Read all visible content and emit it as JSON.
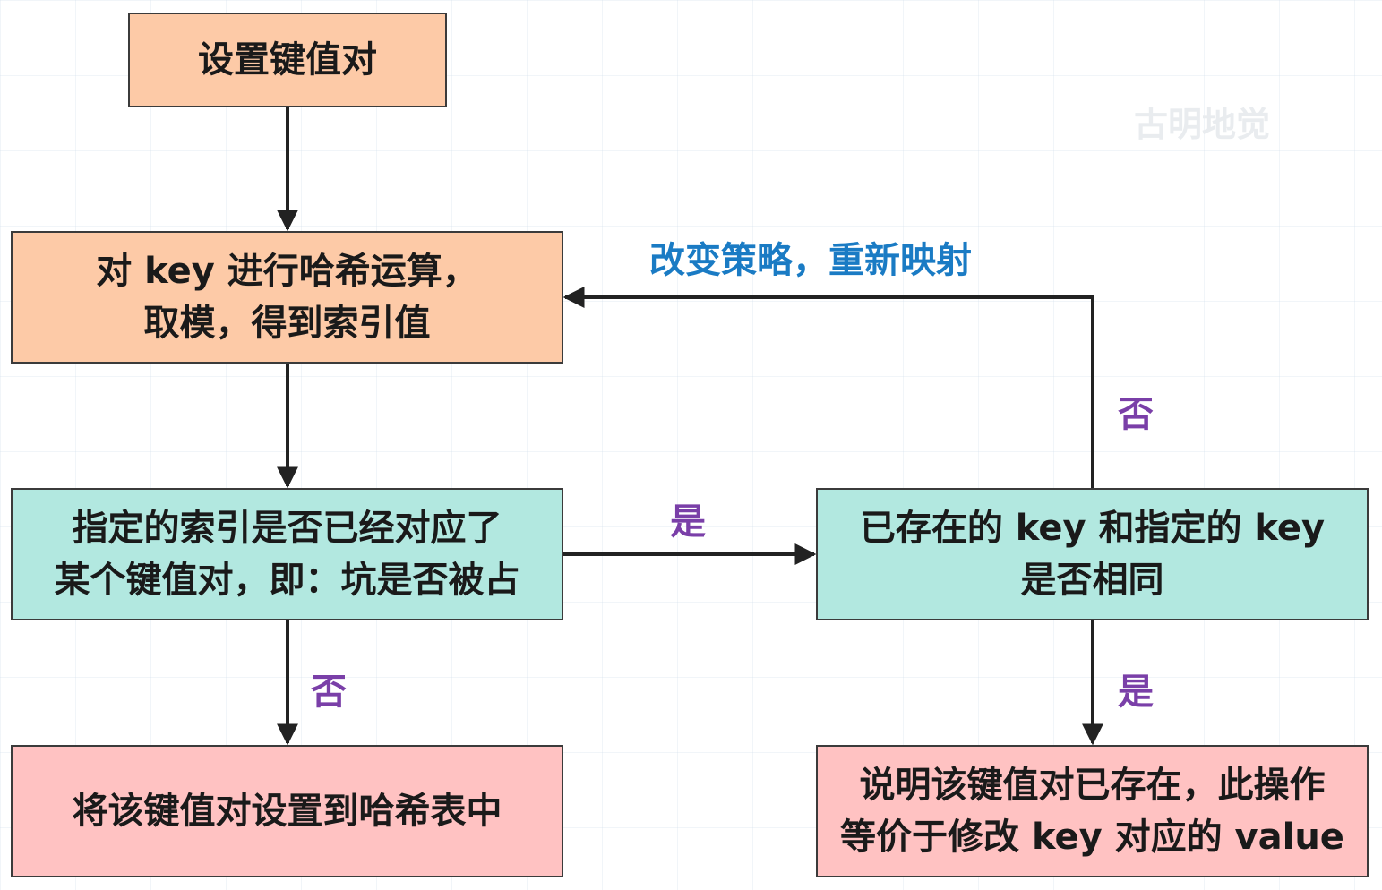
{
  "nodes": {
    "set_pair": {
      "lines": [
        "设置键值对"
      ]
    },
    "hash_key": {
      "lines": [
        "对 key 进行哈希运算，",
        "取模，得到索引值"
      ]
    },
    "check_slot": {
      "lines": [
        "指定的索引是否已经对应了",
        "某个键值对，即：坑是否被占"
      ]
    },
    "same_key": {
      "lines": [
        "已存在的 key 和指定的 key",
        "是否相同"
      ]
    },
    "insert_pair": {
      "lines": [
        "将该键值对设置到哈希表中"
      ]
    },
    "update_value": {
      "lines": [
        "说明该键值对已存在，此操作",
        "等价于修改 key 对应的 value"
      ]
    }
  },
  "edges": {
    "slot_occupied_no": "否",
    "slot_occupied_yes": "是",
    "key_same_yes": "是",
    "key_same_no": "否",
    "rehash": "改变策略，重新映射"
  },
  "watermark": "古明地觉",
  "colors": {
    "peach": "#fdcaa7",
    "teal": "#b2e8e0",
    "pink": "#ffc2c2",
    "edge_label_purple": "#7a3fa8",
    "edge_label_blue": "#1a7bc4",
    "line": "#222222"
  }
}
